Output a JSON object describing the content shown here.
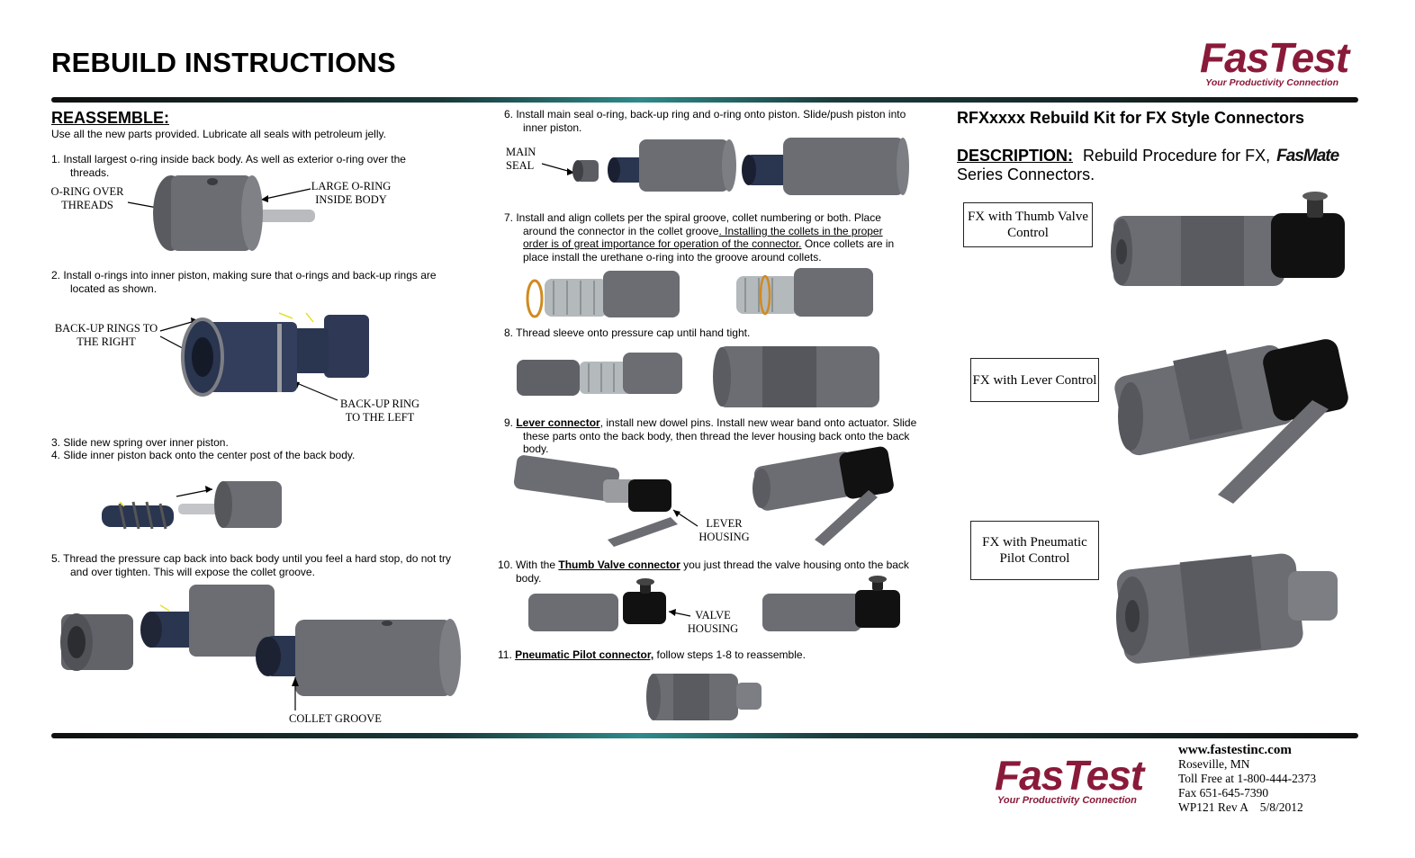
{
  "header": {
    "title": "REBUILD INSTRUCTIONS",
    "logo_text": "FasTest",
    "logo_tagline": "Your Productivity Connection"
  },
  "left": {
    "heading": "REASSEMBLE:",
    "intro": "Use all the new parts provided. Lubricate all seals with petroleum jelly.",
    "step1": "1. Install largest o-ring inside back body. As well as exterior o-ring over the threads.",
    "step1_label_a": "O-RING OVER THREADS",
    "step1_label_b": "LARGE O-RING INSIDE BODY",
    "step2": "2. Install o-rings into inner piston, making sure that o-rings and back-up rings are located as shown.",
    "step2_label_a": "BACK-UP RINGS TO THE RIGHT",
    "step2_label_b": "BACK-UP RING TO THE LEFT",
    "step3": "3. Slide new spring over inner piston.",
    "step4": "4. Slide inner piston back onto the center post of the back body.",
    "step5": "5. Thread the pressure cap back into back body until you feel a hard stop, do not try and over tighten. This will expose the collet groove.",
    "step5_label": "COLLET GROOVE"
  },
  "middle": {
    "step6": "6. Install main seal o-ring, back-up ring and o-ring onto piston. Slide/push piston into inner piston.",
    "step6_label": "MAIN SEAL",
    "step7_a": "7. Install and align collets per the spiral groove, collet numbering or both. Place around the connector in the collet groove",
    "step7_b": ". Installing the collets in the proper order is of great importance for operation of the connector.",
    "step7_c": " Once collets are in place install the urethane o-ring into the groove around collets.",
    "step8": "8. Thread sleeve onto pressure cap until hand tight.",
    "step9_num": "9. ",
    "step9_link": "Lever connector",
    "step9_rest": ", install new dowel pins. Install new wear band onto actuator. Slide these parts onto the back body, then thread the lever housing back onto the back body.",
    "step9_label": "LEVER HOUSING",
    "step10_num": "10. With the ",
    "step10_link": "Thumb Valve connector",
    "step10_rest": " you just thread the valve housing onto the back body.",
    "step10_label": "VALVE HOUSING",
    "step11_num": "11. ",
    "step11_link": "Pneumatic Pilot connector,",
    "step11_rest": " follow steps 1-8 to reassemble."
  },
  "right": {
    "kit_title": "RFXxxxx Rebuild Kit for FX Style Connectors",
    "desc_label": "DESCRIPTION:",
    "desc_text": "Rebuild Procedure for FX,",
    "desc_brand": "FasMate",
    "desc_text2": "Series Connectors.",
    "box1": "FX with Thumb Valve Control",
    "box2": "FX with Lever Control",
    "box3": "FX with Pneumatic Pilot Control"
  },
  "footer": {
    "logo_text": "FasTest",
    "logo_tagline": "Your Productivity Connection",
    "website": "www.fastestinc.com",
    "city": "Roseville, MN",
    "tollfree": "Toll Free at 1-800-444-2373",
    "fax": "Fax 651-645-7390",
    "doc": "WP121 Rev A    5/8/2012"
  },
  "colors": {
    "brand": "#8a1a3a",
    "part_gray": "#6b6d72",
    "piston_blue": "#2a3550"
  }
}
